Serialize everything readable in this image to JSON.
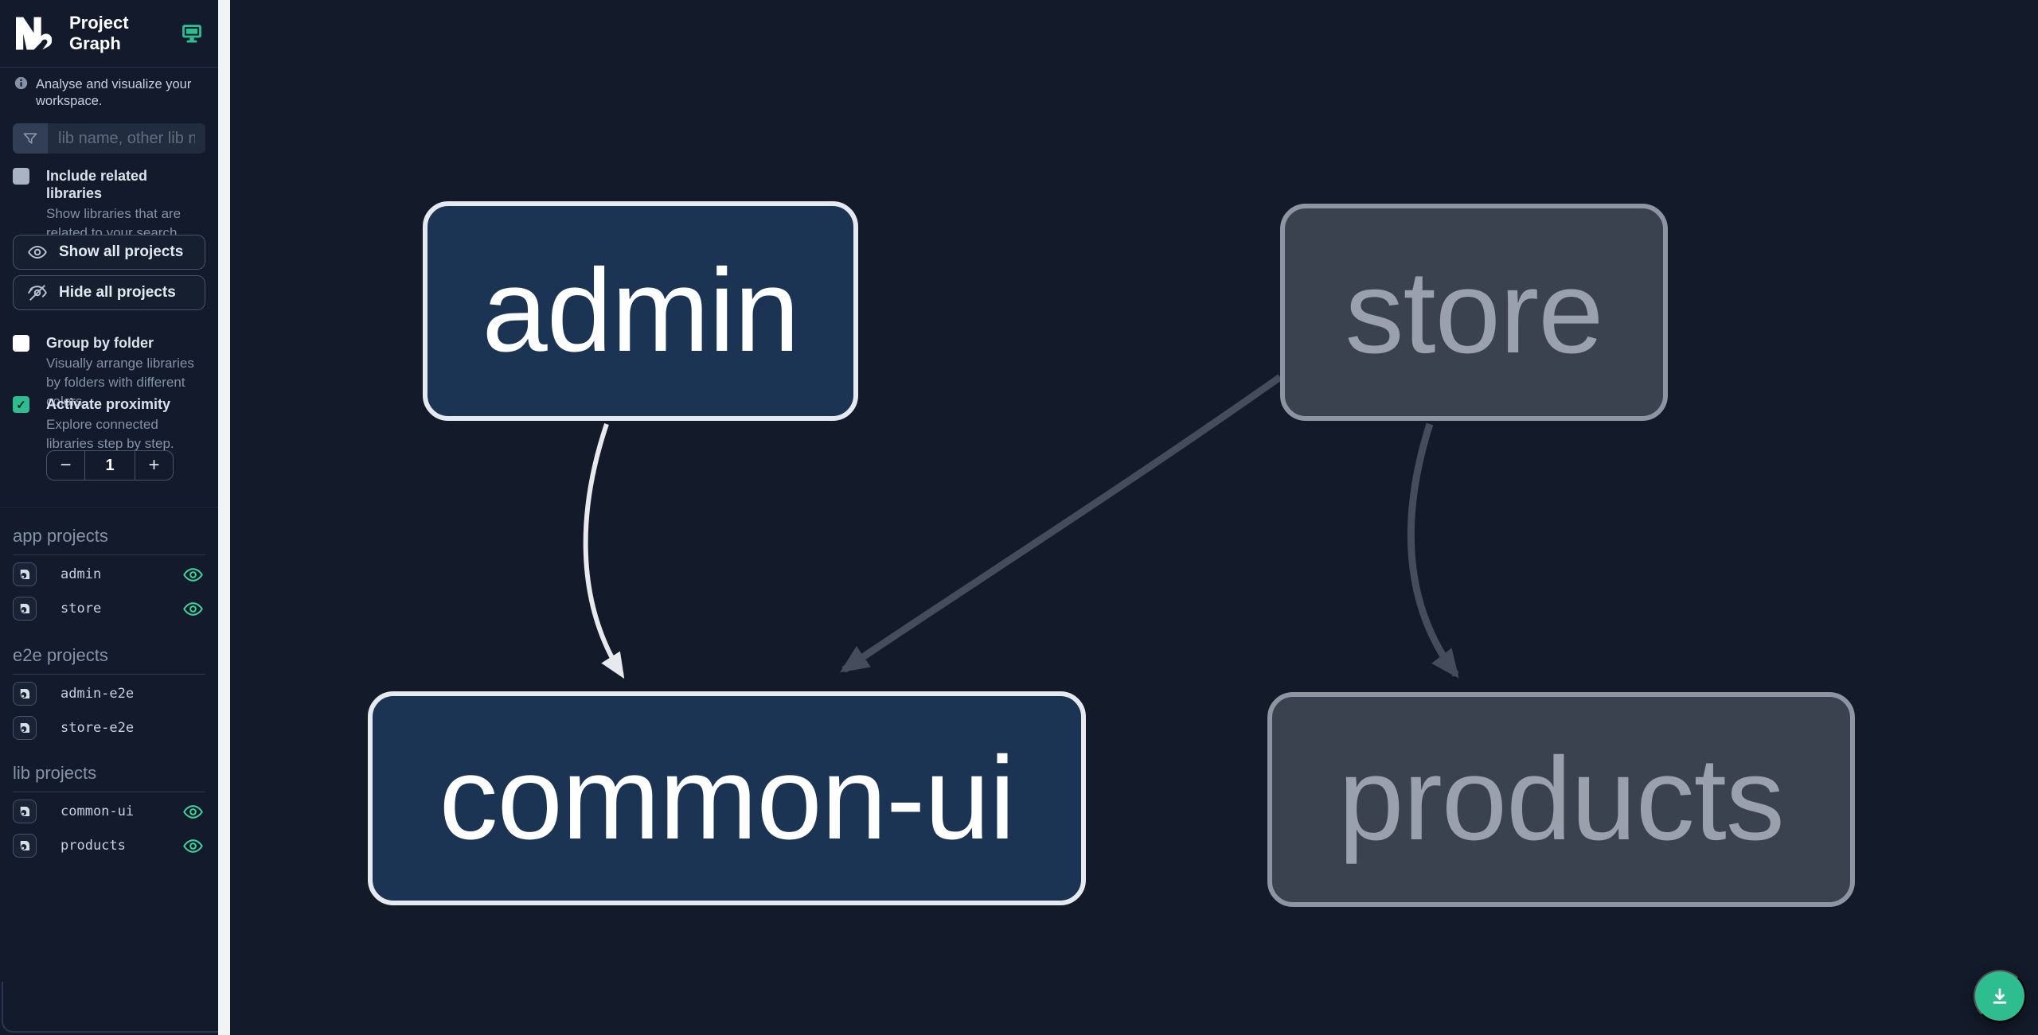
{
  "header": {
    "title": "Project Graph"
  },
  "subtitle": "Analyse and visualize your workspace.",
  "search": {
    "placeholder": "lib name, other lib name",
    "value": ""
  },
  "options": {
    "include_related": {
      "label": "Include related libraries",
      "description": "Show libraries that are related to your search.",
      "checked": false
    },
    "group_by_folder": {
      "label": "Group by folder",
      "description": "Visually arrange libraries by folders with different colors.",
      "checked": false
    },
    "activate_proximity": {
      "label": "Activate proximity",
      "description": "Explore connected libraries step by step.",
      "checked": true,
      "degree": "1"
    }
  },
  "actions": {
    "show_all": "Show all projects",
    "hide_all": "Hide all projects",
    "decrement": "−",
    "increment": "+",
    "check": "✓"
  },
  "sections": [
    {
      "title": "app projects",
      "items": [
        {
          "name": "admin",
          "eye": true
        },
        {
          "name": "store",
          "eye": true
        }
      ]
    },
    {
      "title": "e2e projects",
      "items": [
        {
          "name": "admin-e2e",
          "eye": false
        },
        {
          "name": "store-e2e",
          "eye": false
        }
      ]
    },
    {
      "title": "lib projects",
      "items": [
        {
          "name": "common-ui",
          "eye": true
        },
        {
          "name": "products",
          "eye": true
        }
      ]
    }
  ],
  "graph": {
    "nodes": [
      {
        "id": "admin",
        "label": "admin",
        "state": "focused"
      },
      {
        "id": "store",
        "label": "store",
        "state": "unfocused"
      },
      {
        "id": "common-ui",
        "label": "common-ui",
        "state": "focused"
      },
      {
        "id": "products",
        "label": "products",
        "state": "unfocused"
      }
    ],
    "edges": [
      {
        "from": "admin",
        "to": "common-ui",
        "style": "highlighted"
      },
      {
        "from": "store",
        "to": "common-ui",
        "style": "dimmed"
      },
      {
        "from": "store",
        "to": "products",
        "style": "dimmed"
      }
    ]
  },
  "colors": {
    "accent": "#2ebd8e",
    "focused_fill": "#1b3453",
    "focused_border": "#e6e9ed",
    "unfocused_fill": "#3a414f",
    "unfocused_border": "#8e95a1",
    "edge_highlight": "#e7e9ed",
    "edge_dimmed": "#454c5c",
    "background": "#131a2b",
    "scrollbar": "#f2f3f5"
  }
}
